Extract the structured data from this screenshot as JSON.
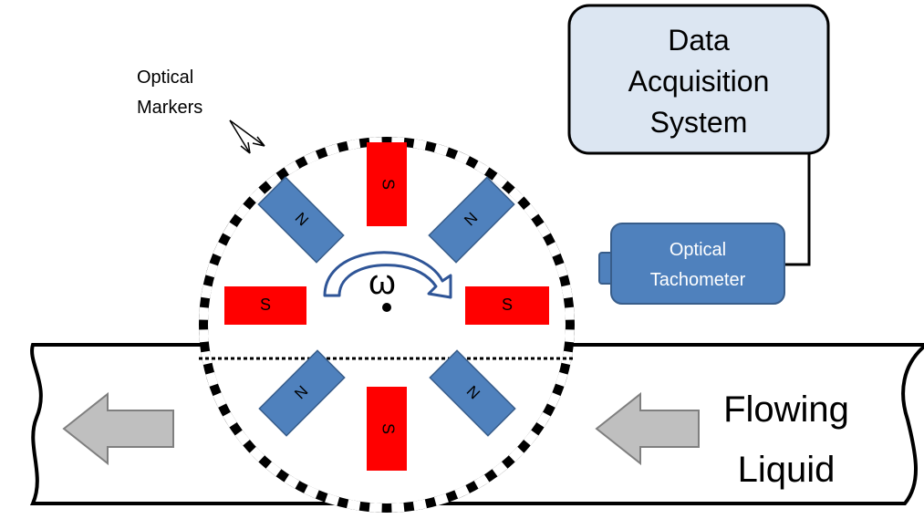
{
  "labels": {
    "daq_line1": "Data",
    "daq_line2": "Acquisition",
    "daq_line3": "System",
    "tach_line1": "Optical",
    "tach_line2": "Tachometer",
    "markers_line1": "Optical",
    "markers_line2": "Markers",
    "flow_line1": "Flowing",
    "flow_line2": "Liquid",
    "omega": "ω"
  },
  "magnets": {
    "north": "N",
    "south": "S",
    "south_count": 4,
    "north_count": 4
  },
  "markers": {
    "count": 52
  },
  "colors": {
    "south": "#ff0000",
    "north": "#4f81bd",
    "north_stroke": "#385d8a",
    "daq_fill": "#dce6f2",
    "tach_fill": "#4f81bd",
    "arrow_fill": "#bfbfbf",
    "rotation_arrow": "#2f5597"
  }
}
